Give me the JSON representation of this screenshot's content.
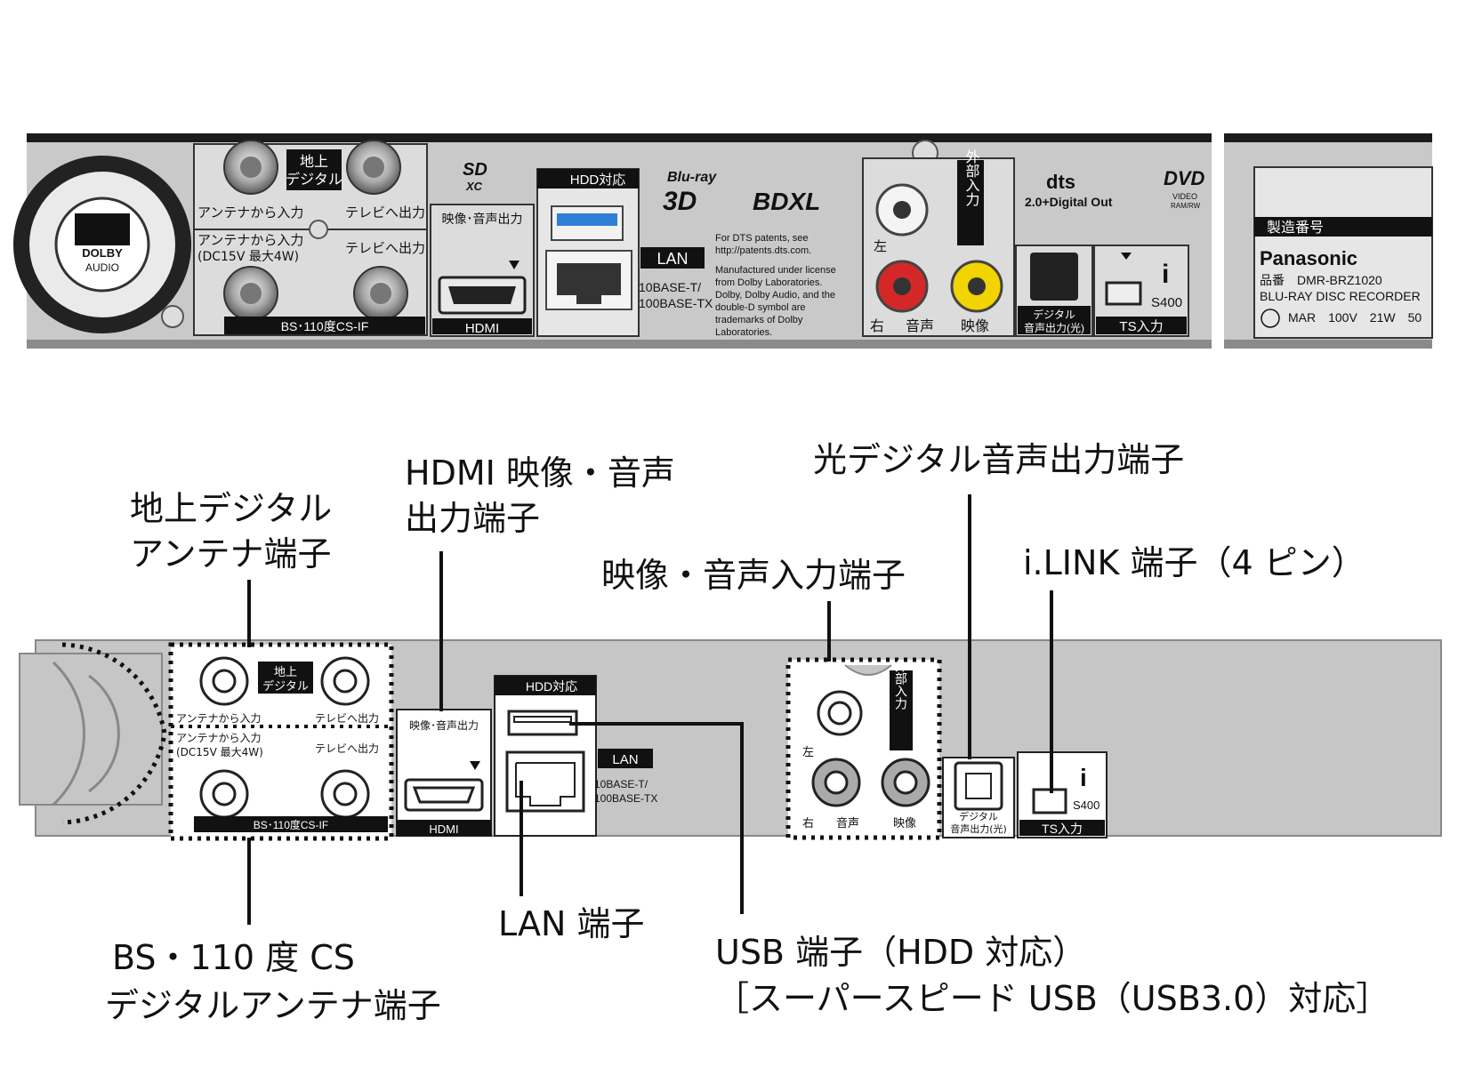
{
  "photo": {
    "dolby_line1": "DOLBY",
    "dolby_line2": "AUDIO",
    "terrestrial_tag_line1": "地上",
    "terrestrial_tag_line2": "デジタル",
    "antenna_in": "アンテナから入力",
    "tv_out": "テレビへ出力",
    "antenna_in_dc": "アンテナから入力",
    "dc_note": "(DC15V 最大4W)",
    "tv_out_2": "テレビへ出力",
    "bs_label": "BS･110度CS-IF",
    "sd_logo": "SD",
    "sd_xc": "XC",
    "av_out_label": "映像･音声出力",
    "hdmi_label": "HDMI",
    "hdd_label": "HDD対応",
    "lan_label": "LAN",
    "lan_spec_1": "10BASE-T/",
    "lan_spec_2": "100BASE-TX",
    "bluray_logo": "Blu-ray",
    "logo_3d": "3D",
    "bdxl_logo": "BDXL",
    "dts_note_1": "For DTS patents, see",
    "dts_note_2": "http://patents.dts.com.",
    "dolby_note_1": "Manufactured under license",
    "dolby_note_2": "from Dolby Laboratories.",
    "dolby_note_3": "Dolby, Dolby Audio, and the",
    "dolby_note_4": "double-D symbol are",
    "dolby_note_5": "trademarks of Dolby",
    "dolby_note_6": "Laboratories.",
    "left_label": "左",
    "right_label": "右",
    "audio_label": "音声",
    "video_label": "映像",
    "external_input": "外部入力",
    "dts_logo": "dts",
    "dts_sub": "2.0+Digital Out",
    "optical_line1": "デジタル",
    "optical_line2": "音声出力(光)",
    "ts_in": "TS入力",
    "s400": "S400",
    "dvd_logo": "DVD",
    "dvd_sub1": "VIDEO",
    "dvd_sub2": "RAM/RW",
    "serial_label": "製造番号",
    "brand": "Panasonic",
    "model_line": "品番　DMR-BRZ1020",
    "recorder_line": "BLU-RAY DISC RECORDER",
    "power_line": "MAR　100V　21W　50"
  },
  "callouts": {
    "terrestrial_1": "地上デジタル",
    "terrestrial_2": "アンテナ端子",
    "hdmi_1": "HDMI 映像・音声",
    "hdmi_2": "出力端子",
    "av_in": "映像・音声入力端子",
    "optical": "光デジタル音声出力端子",
    "ilink": "i.LINK 端子（4 ピン）",
    "bs_1": "BS・110 度 CS",
    "bs_2": "デジタルアンテナ端子",
    "lan": "LAN 端子",
    "usb_1": "USB 端子（HDD 対応）",
    "usb_2": "［スーパースピード USB（USB3.0）対応］"
  },
  "drawing": {
    "terrestrial_tag_1": "地上",
    "terrestrial_tag_2": "デジタル",
    "antenna_in": "アンテナから入力",
    "tv_out": "テレビへ出力",
    "antenna_in_2": "アンテナから入力",
    "dc_note": "(DC15V 最大4W)",
    "tv_out_2": "テレビへ出力",
    "bs_label": "BS･110度CS-IF",
    "av_out": "映像･音声出力",
    "hdmi": "HDMI",
    "hdd": "HDD対応",
    "lan": "LAN",
    "lan_spec_1": "10BASE-T/",
    "lan_spec_2": "100BASE-TX",
    "left": "左",
    "right": "右",
    "audio": "音声",
    "video": "映像",
    "external_input": "外部入力",
    "optical_1": "デジタル",
    "optical_2": "音声出力(光)",
    "ts_in": "TS入力",
    "s400": "S400"
  },
  "colors": {
    "panel": "#c9c9c9",
    "panel_dark": "#1c1c1c",
    "usb_blue": "#2f7fd6",
    "rca_red": "#d42828",
    "rca_yellow": "#f2d400",
    "drawing_gray": "#c6c6c6"
  }
}
